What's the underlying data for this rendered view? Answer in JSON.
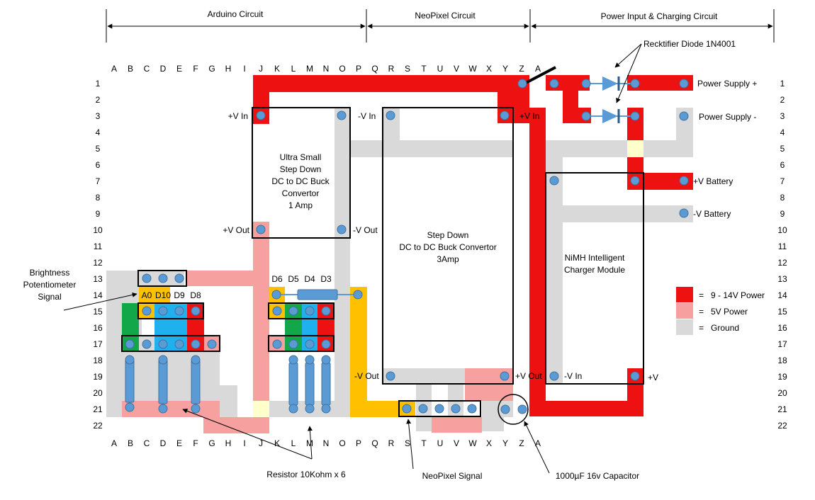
{
  "sections": [
    {
      "id": "arduino",
      "label": "Arduino Circuit"
    },
    {
      "id": "neopixel",
      "label": "NeoPixel Circuit"
    },
    {
      "id": "power",
      "label": "Power Input & Charging Circuit"
    }
  ],
  "columns": [
    "A",
    "B",
    "C",
    "D",
    "E",
    "F",
    "G",
    "H",
    "I",
    "J",
    "K",
    "L",
    "M",
    "N",
    "O",
    "P",
    "Q",
    "R",
    "S",
    "T",
    "U",
    "V",
    "W",
    "X",
    "Y",
    "Z",
    "A"
  ],
  "rows": [
    "1",
    "2",
    "3",
    "4",
    "5",
    "6",
    "7",
    "8",
    "9",
    "10",
    "11",
    "12",
    "13",
    "14",
    "15",
    "16",
    "17",
    "18",
    "19",
    "20",
    "21",
    "22"
  ],
  "modules": {
    "small_buck": {
      "lines": [
        "Ultra Small",
        "Step Down",
        "DC to DC Buck",
        "Convertor",
        "1 Amp"
      ]
    },
    "big_buck": {
      "lines": [
        "Step Down",
        "DC to DC Buck Convertor",
        "3Amp"
      ]
    },
    "charger": {
      "lines": [
        "NiMH Intelligent",
        "Charger Module"
      ]
    }
  },
  "pin_labels": {
    "small_vin": "+V In",
    "small_gnd_in": "-V In",
    "small_vout": "+V Out",
    "small_gnd_out": "-V Out",
    "big_vin": "+V In",
    "big_gnd_out": "-V Out",
    "big_vout": "+V Out",
    "chg_vin": "-V In",
    "chg_vplus": "+V",
    "psu_plus": "Power Supply +",
    "psu_minus": "Power Supply -",
    "bat_plus": "+V Battery",
    "bat_minus": "-V Battery"
  },
  "pins_left": [
    "A0",
    "D10",
    "D9",
    "D8"
  ],
  "pins_right": [
    "D6",
    "D5",
    "D4",
    "D3"
  ],
  "legend": [
    {
      "label": "=   9 - 14V Power",
      "color": "#ee1111"
    },
    {
      "label": "=   5V Power",
      "color": "#f7a0a0"
    },
    {
      "label": "=   Ground",
      "color": "#d9d9d9"
    }
  ],
  "annotations": {
    "diode": "Recktifier Diode 1N4001",
    "brightness": [
      "Brightness",
      "Potentiometer",
      "Signal"
    ],
    "resistor": "Resistor 10Kohm x 6",
    "neopixel_signal": "NeoPixel Signal",
    "capacitor": "1000µF 16v Capacitor"
  },
  "colors": {
    "power_high": "#ee1111",
    "power_5v": "#f7a0a0",
    "ground": "#d9d9d9",
    "signal": "#ffc000",
    "green": "#12a84a",
    "blue": "#1fb0ee",
    "pad": "#5b9bd5",
    "pale": "#ffffcc"
  }
}
